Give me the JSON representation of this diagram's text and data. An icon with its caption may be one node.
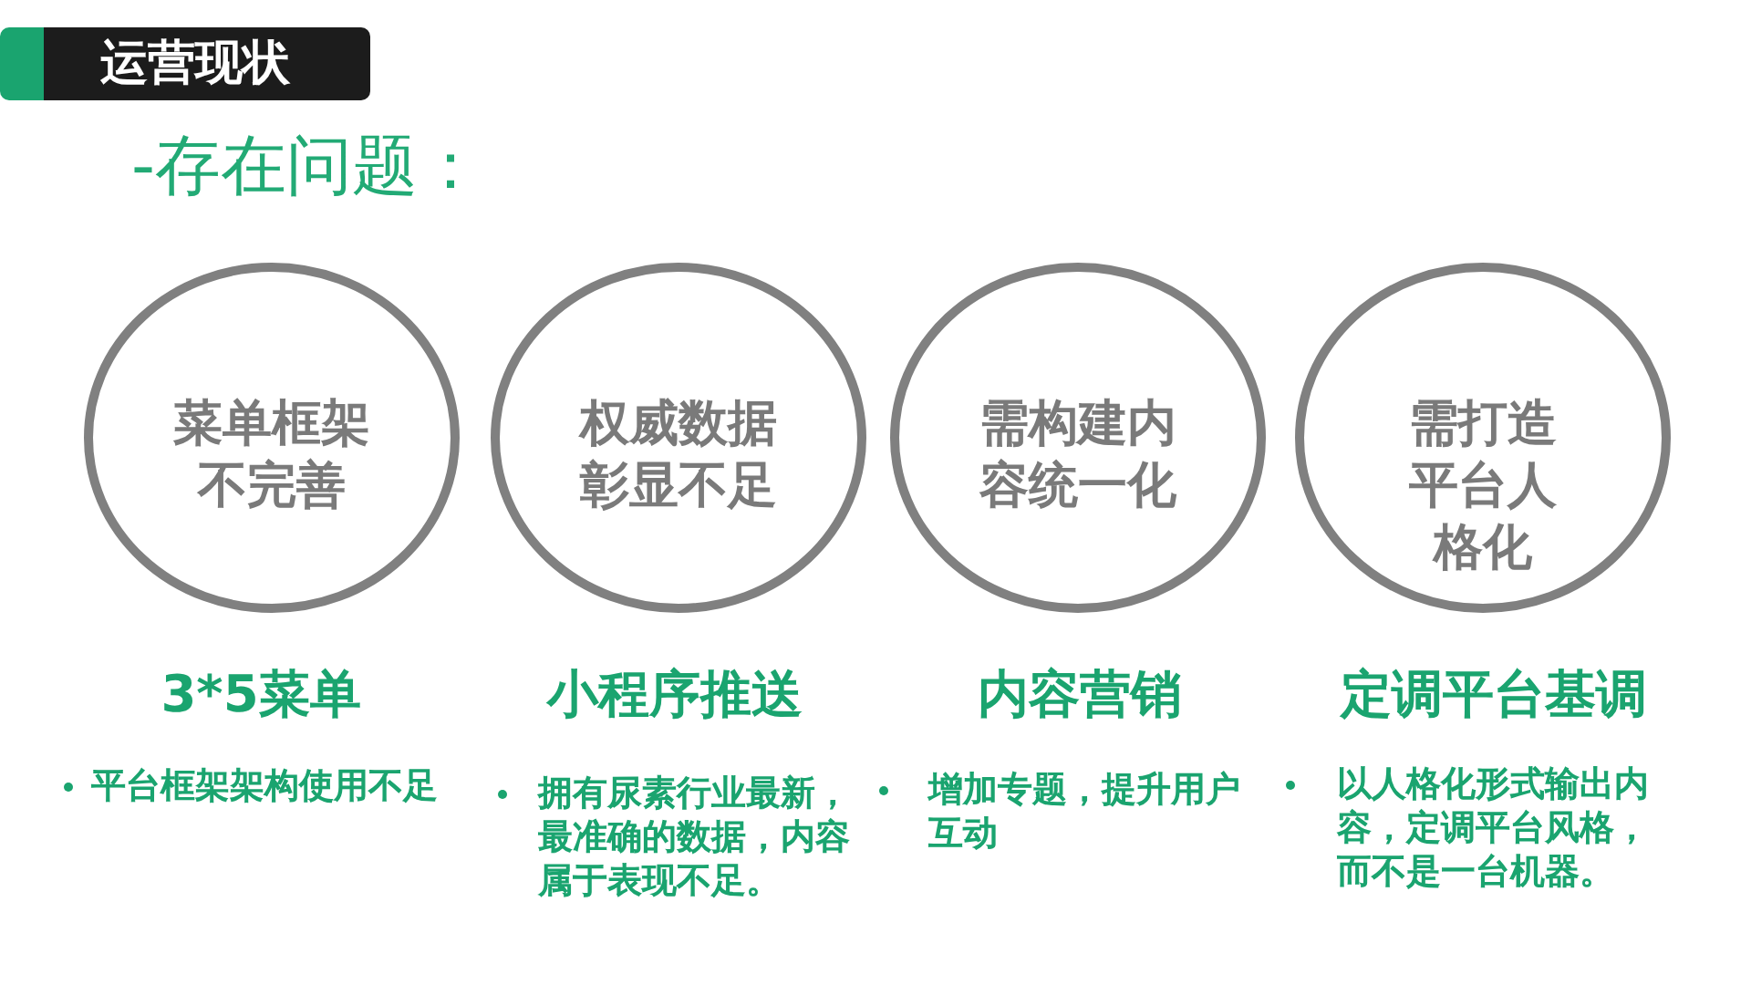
{
  "diagram": {
    "title": "-存在问题：",
    "nodes": [
      {
        "text": [
          "运营现状"
        ]
      },
      {
        "text": [
          "菜单框架不完善"
        ],
        "beside": [
          "3*5菜单",
          "平台框架架构使用不足"
        ]
      },
      {
        "text": [
          "权威数据彰显不足"
        ],
        "beside": [
          "小程序推送",
          "拥有尿素行业最新，最准确的数据，内容属于表现不足。"
        ]
      },
      {
        "text": [
          "需构建内容统一化"
        ],
        "beside": [
          "内容营销",
          "增加专题，提升用户互动"
        ]
      },
      {
        "text": [
          "需打造平台人格化"
        ],
        "beside": [
          "定调平台基调",
          "以人格化形式输出内容，定调平台风格，而不是一台机器。"
        ]
      }
    ]
  }
}
